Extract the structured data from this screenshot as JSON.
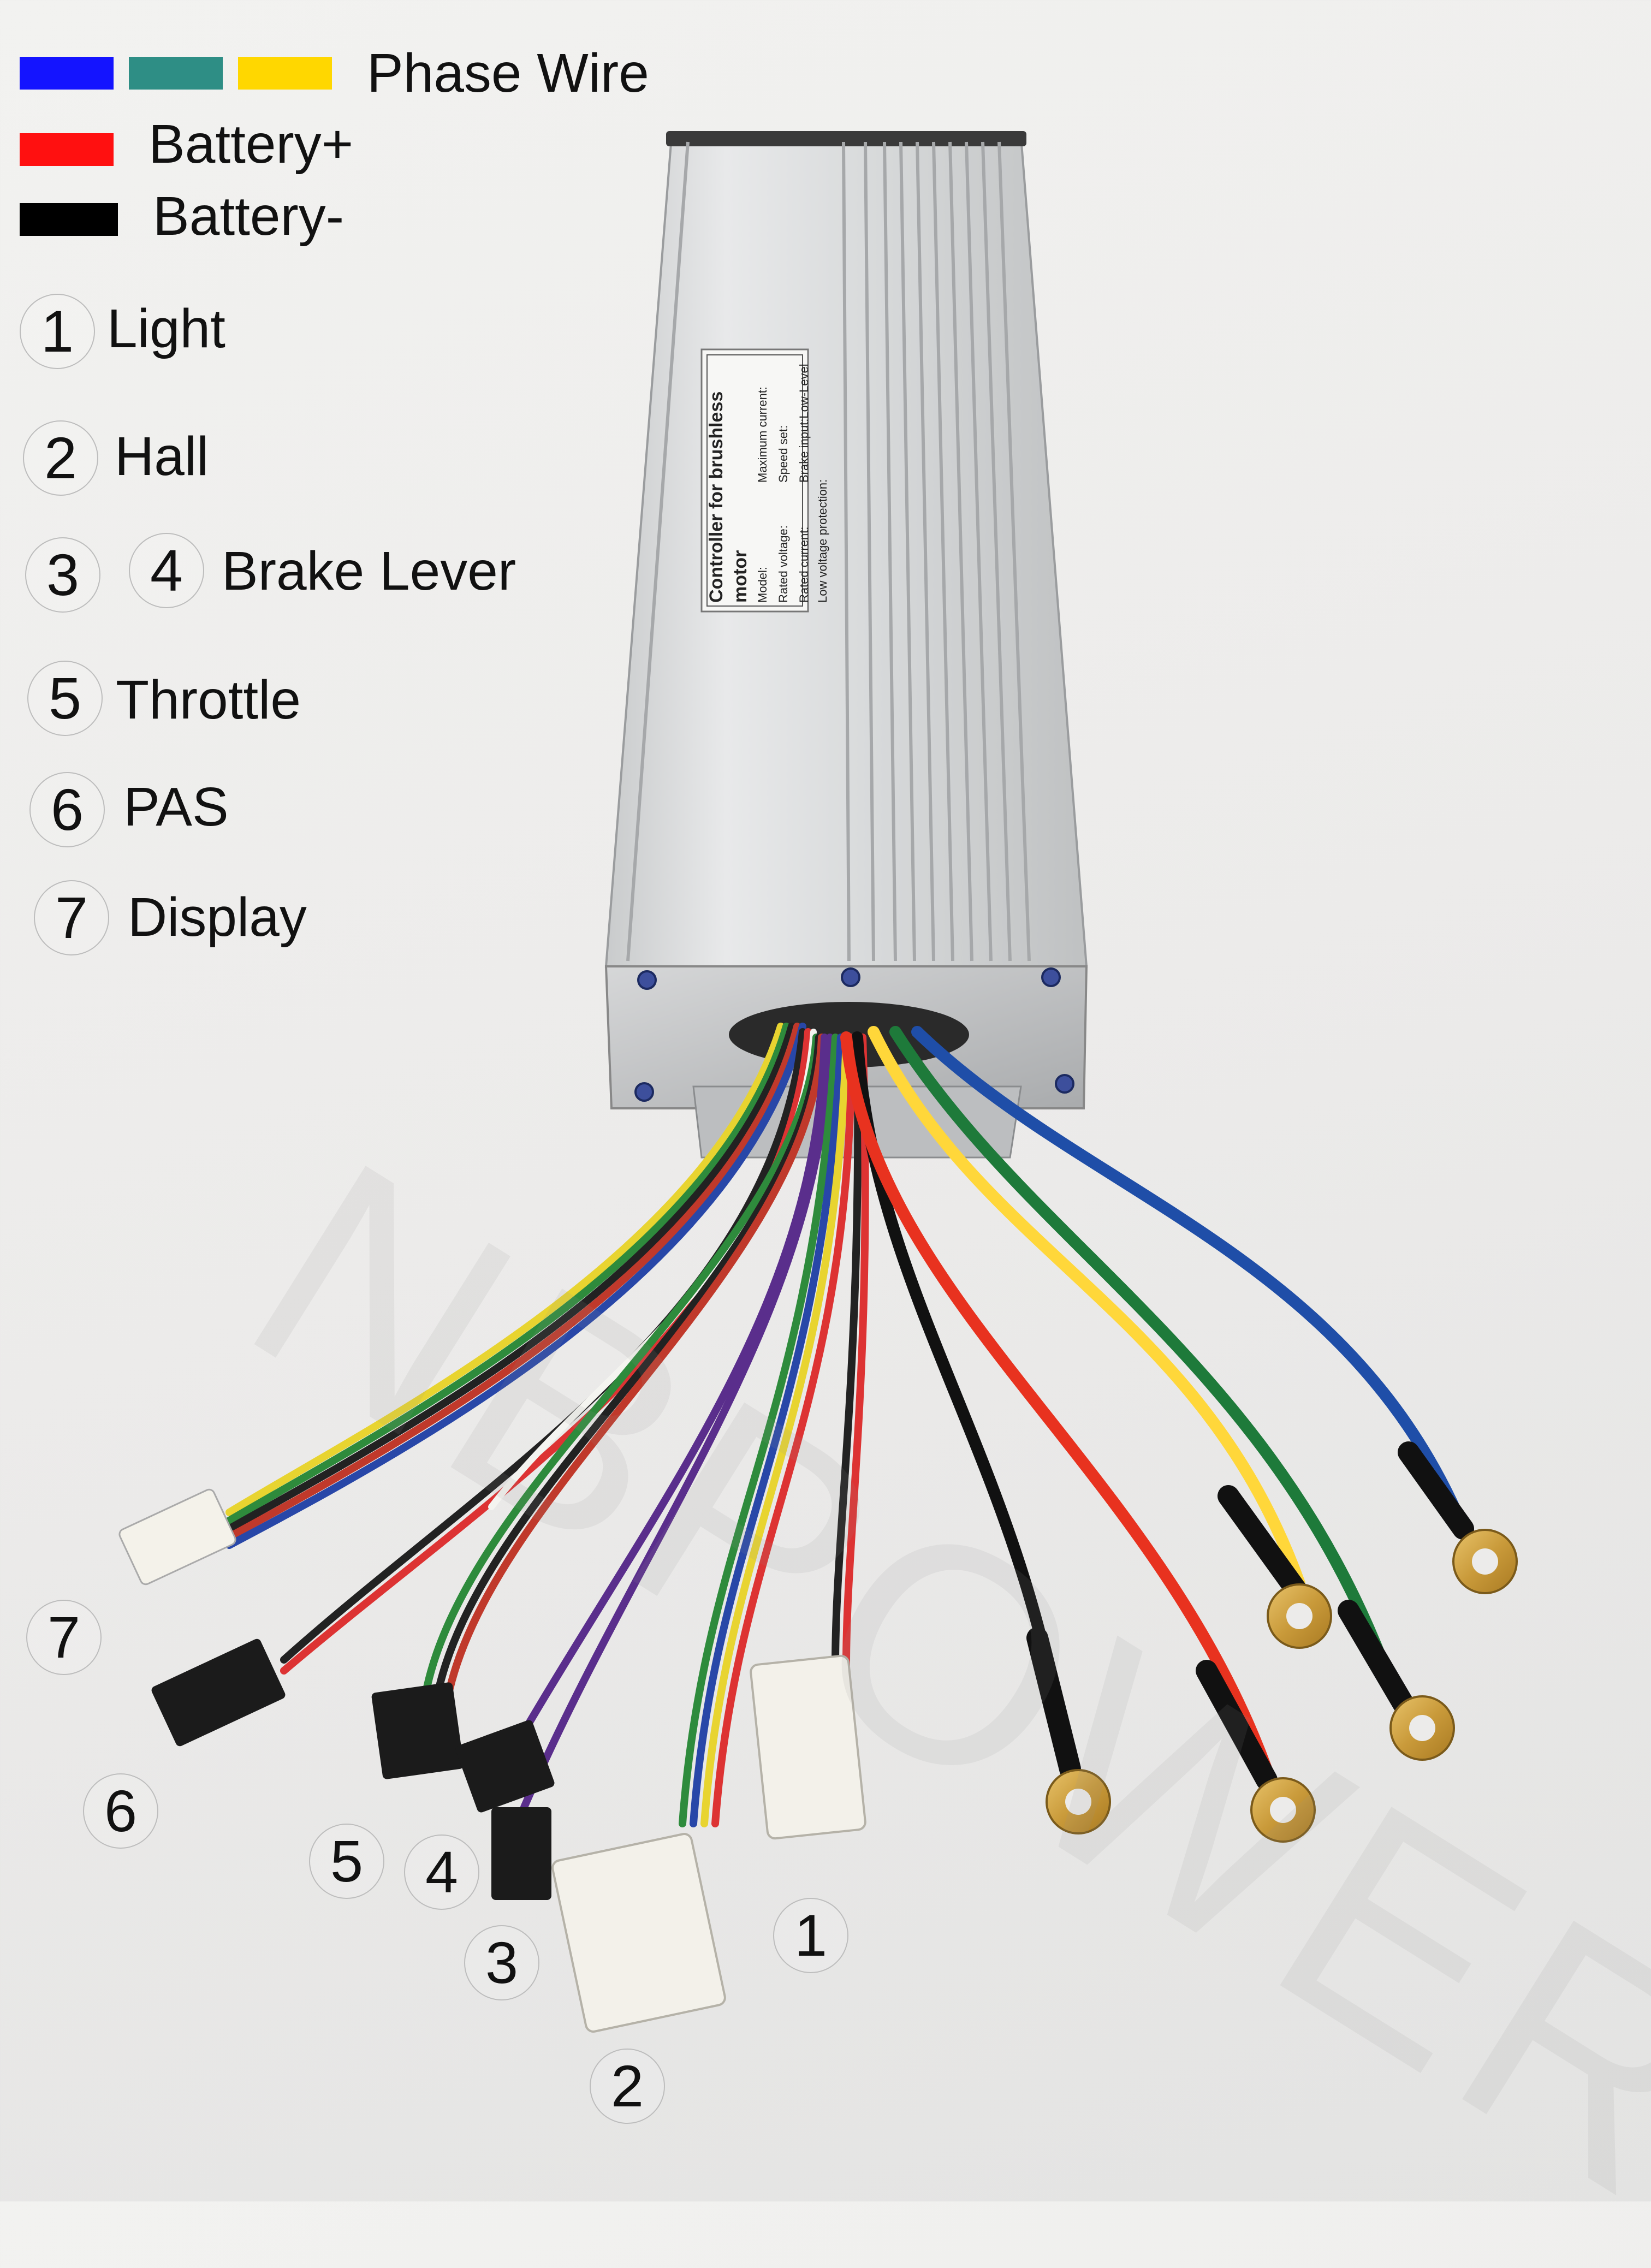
{
  "legend": {
    "phase_colors": [
      "#1414ff",
      "#2e8e85",
      "#ffd700"
    ],
    "phase_label": "Phase Wire",
    "battery_pos_color": "#ff1010",
    "battery_pos_label": "Battery+",
    "battery_neg_color": "#000000",
    "battery_neg_label": "Battery-"
  },
  "connector_list": [
    {
      "num": "1",
      "label": "Light"
    },
    {
      "num": "2",
      "label": "Hall"
    },
    {
      "num": "3",
      "label": ""
    },
    {
      "num": "4",
      "label": "Brake Lever"
    },
    {
      "num": "5",
      "label": "Throttle"
    },
    {
      "num": "6",
      "label": "PAS"
    },
    {
      "num": "7",
      "label": "Display"
    }
  ],
  "product_label": {
    "title": "Controller for brushless motor",
    "col1": [
      "Model:",
      "Rated voltage:",
      "Rated current:"
    ],
    "col2": [
      "Maximum current:",
      "Speed set:",
      "Brake input:Low-Level"
    ],
    "col3": [
      "Low voltage protection:"
    ]
  },
  "photo_callouts": [
    "7",
    "6",
    "5",
    "4",
    "3",
    "2",
    "1"
  ],
  "watermark": "NBPOWER"
}
